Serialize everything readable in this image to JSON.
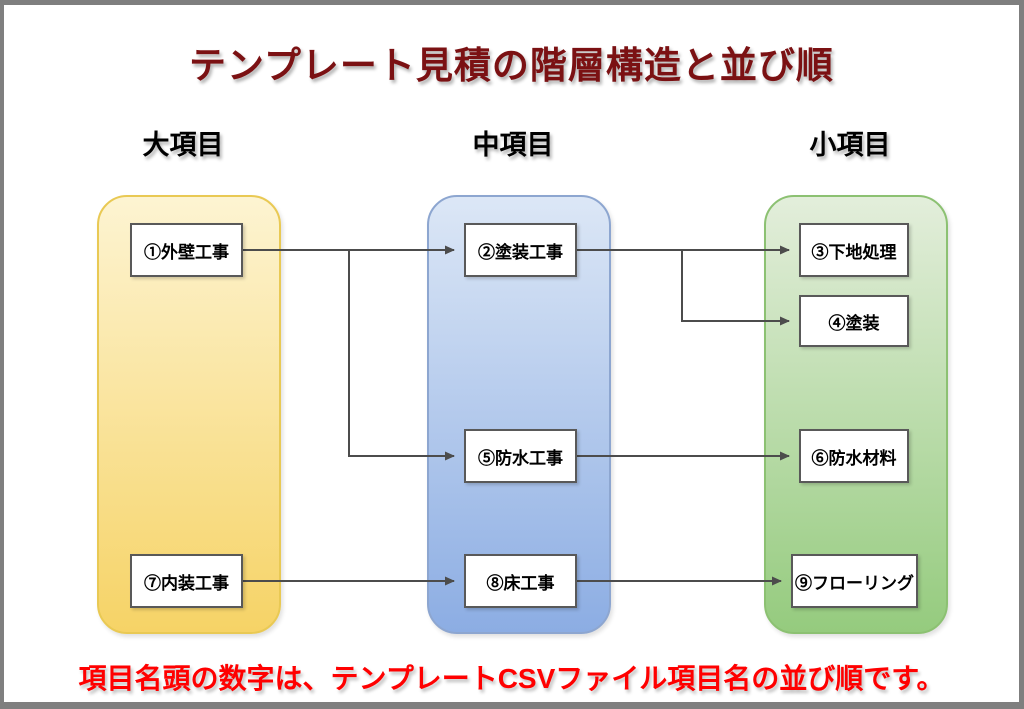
{
  "title": "テンプレート見積の階層構造と並び順",
  "footer_note": "項目名頭の数字は、テンプレートCSVファイル項目名の並び順です。",
  "columns": [
    {
      "id": "large",
      "header": "大項目",
      "fill_top": "#fdf4d2",
      "fill_bottom": "#f6d366",
      "border": "#e9c954"
    },
    {
      "id": "medium",
      "header": "中項目",
      "fill_top": "#dce7f6",
      "fill_bottom": "#8cade3",
      "border": "#8da6d0"
    },
    {
      "id": "small",
      "header": "小項目",
      "fill_top": "#e3eedb",
      "fill_bottom": "#95cb7e",
      "border": "#8cc172"
    }
  ],
  "nodes": [
    {
      "id": "n1",
      "label": "①外壁工事",
      "column": "large"
    },
    {
      "id": "n2",
      "label": "②塗装工事",
      "column": "medium"
    },
    {
      "id": "n3",
      "label": "③下地処理",
      "column": "small"
    },
    {
      "id": "n4",
      "label": "④塗装",
      "column": "small"
    },
    {
      "id": "n5",
      "label": "⑤防水工事",
      "column": "medium"
    },
    {
      "id": "n6",
      "label": "⑥防水材料",
      "column": "small"
    },
    {
      "id": "n7",
      "label": "⑦内装工事",
      "column": "large"
    },
    {
      "id": "n8",
      "label": "⑧床工事",
      "column": "medium"
    },
    {
      "id": "n9",
      "label": "⑨フローリング",
      "column": "small"
    }
  ],
  "edges": [
    {
      "from": "n1",
      "to": "n2"
    },
    {
      "from": "n1",
      "to": "n5"
    },
    {
      "from": "n2",
      "to": "n3"
    },
    {
      "from": "n2",
      "to": "n4"
    },
    {
      "from": "n5",
      "to": "n6"
    },
    {
      "from": "n7",
      "to": "n8"
    },
    {
      "from": "n8",
      "to": "n9"
    }
  ],
  "colors": {
    "title": "#7b1113",
    "footer": "#ff0000",
    "arrow": "#4c4c4c",
    "node_border": "#595959",
    "frame_border": "#7f7f7f"
  }
}
